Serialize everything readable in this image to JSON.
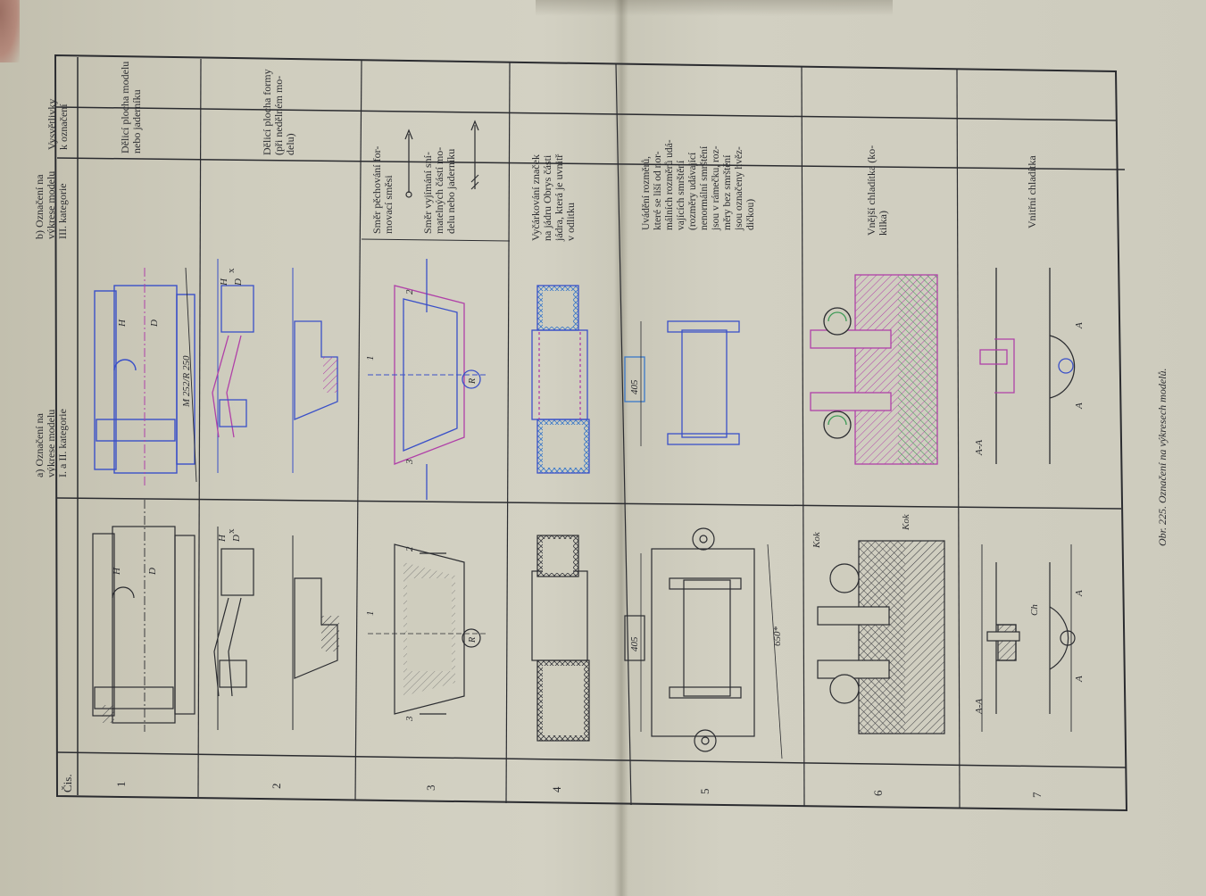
{
  "table": {
    "headers": {
      "num": "Čis.",
      "a": [
        "a) Označení na",
        "výkrese modelu",
        "I. a II. kategorie"
      ],
      "b": [
        "b) Označení na",
        "výkrese modelu",
        "III. kategorie"
      ],
      "note": [
        "Vysvětlivky",
        "k označení"
      ]
    },
    "rows": [
      {
        "num": "1",
        "note": [
          "Dělicí plocha modelu",
          "nebo jaderníku"
        ]
      },
      {
        "num": "2",
        "note": [
          "Dělicí plocha formy",
          "(při nedělném mo-",
          "delu)"
        ]
      },
      {
        "num": "3",
        "note": [
          "Směr pěchování for-",
          "movací směsi",
          "",
          "Směr vyjímání sní-",
          "matelných částí mo-",
          "delu nebo jaderníku"
        ]
      },
      {
        "num": "4",
        "note": [
          "Vyčárkování značek",
          "na jádru Obrys části",
          "jádra, která je uvnitř",
          "v odlitku"
        ]
      },
      {
        "num": "5",
        "note": [
          "Uvádění rozměrů,",
          "které se liší od nor-",
          "málních rozměrů udá-",
          "vajících smrštění",
          "(rozměry udávající",
          "nenormální smrštění",
          "jsou v rámečku, roz-",
          "měry bez smrštění",
          "jsou označeny hvěz-",
          "dičkou)"
        ]
      },
      {
        "num": "6",
        "note": [
          "Vnější chladítka (ko-",
          "kilka)"
        ]
      },
      {
        "num": "7",
        "note": [
          "Vnitřní chladítka"
        ]
      }
    ]
  },
  "drawings": {
    "r1_a": [
      "H",
      "D"
    ],
    "r1_b": [
      "H",
      "D",
      "M 252/R 250"
    ],
    "r2_a": [
      "H",
      "D",
      "x"
    ],
    "r2_b": [
      "H",
      "D",
      "x"
    ],
    "r3": [
      "1",
      "2",
      "3",
      "R"
    ],
    "r5_a": [
      "405",
      "650*"
    ],
    "r5_b": [
      "405"
    ],
    "r6_a": [
      "Kok"
    ],
    "r7_a": [
      "A-A",
      "Ch",
      "A",
      "A"
    ],
    "r7_b": [
      "A-A",
      "A",
      "A"
    ]
  },
  "caption": "Obr. 225. Označení na výkresech modelů.",
  "colors": {
    "ink": "#2b2c30",
    "blue": "#3a78c8",
    "magenta": "#b040a8",
    "green": "#3c9a55",
    "paper": "#cfcdbe"
  }
}
